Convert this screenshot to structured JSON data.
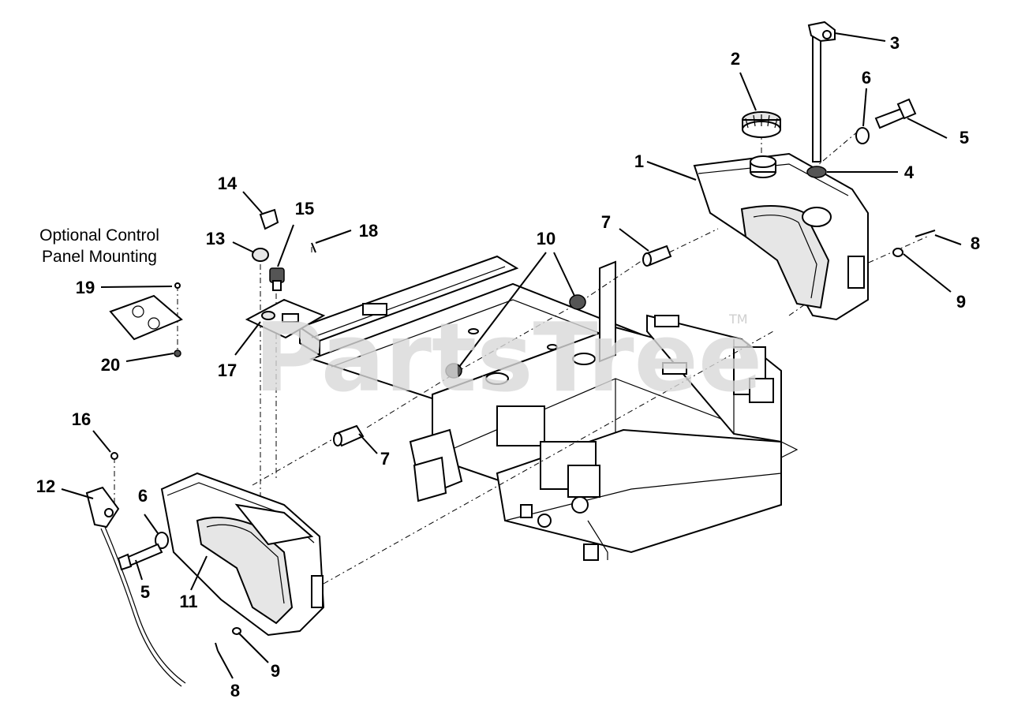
{
  "watermark": {
    "text": "PartsTree",
    "trademark": "TM"
  },
  "note": {
    "line1": "Optional Control",
    "line2": "Panel Mounting"
  },
  "callouts": {
    "c1": "1",
    "c2": "2",
    "c3": "3",
    "c4": "4",
    "c5a": "5",
    "c5b": "5",
    "c6a": "6",
    "c6b": "6",
    "c7a": "7",
    "c7b": "7",
    "c8a": "8",
    "c8b": "8",
    "c9a": "9",
    "c9b": "9",
    "c10": "10",
    "c11": "11",
    "c12": "12",
    "c13": "13",
    "c14": "14",
    "c15": "15",
    "c16": "16",
    "c17": "17",
    "c18": "18",
    "c19": "19",
    "c20": "20"
  }
}
